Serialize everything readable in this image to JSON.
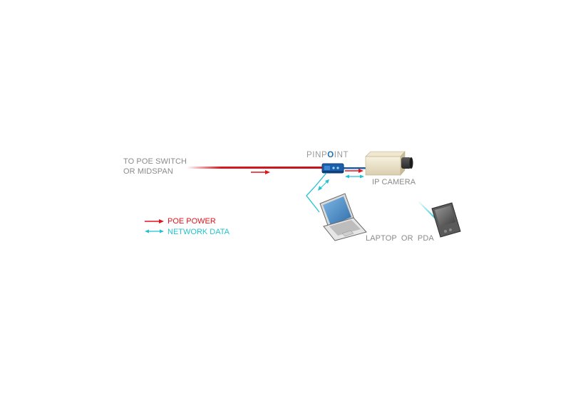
{
  "diagram": {
    "source_label_line1": "TO POE SWITCH",
    "source_label_line2": "OR MIDSPAN",
    "brand": {
      "prefix": "PINP",
      "highlight": "O",
      "suffix": "INT"
    },
    "camera_label": "IP CAMERA",
    "client_label": "LAPTOP  OR  PDA"
  },
  "legend": {
    "items": [
      {
        "label": "POE POWER",
        "color": "#e0141c"
      },
      {
        "label": "NETWORK DATA",
        "color": "#22c3cf"
      }
    ]
  },
  "colors": {
    "power": "#e0141c",
    "data": "#22c3cf",
    "device_blue": "#1d5ea8",
    "label_gray": "#8a8a8a"
  }
}
